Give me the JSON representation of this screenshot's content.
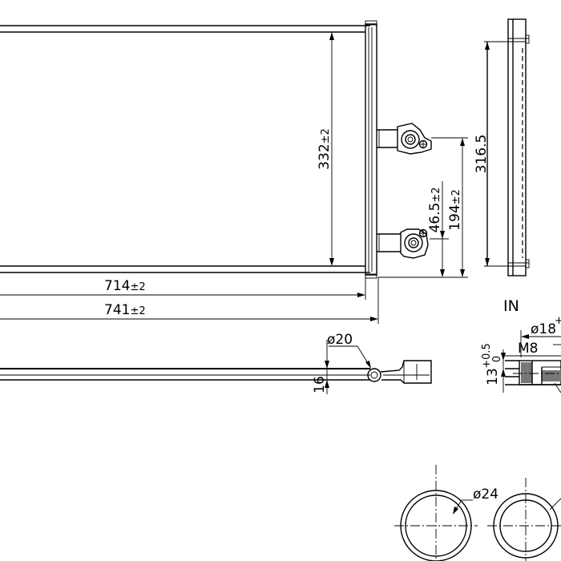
{
  "dimensions": {
    "height_main": "332",
    "height_main_tol": "±2",
    "width_core": "714",
    "width_core_tol": "±2",
    "width_total": "741",
    "width_total_tol": "±2",
    "height_side": "316.5",
    "outlet_offset": "46.5",
    "outlet_offset_tol": "±2",
    "inlet_spacing": "194",
    "inlet_spacing_tol": "±2",
    "pipe_diameter": "ø20",
    "core_thickness": "16",
    "port_diameter_in": "ø18",
    "thread": "M8",
    "depth": "13",
    "depth_tol_upper": "+0.5",
    "depth_tol_lower": "0",
    "tube_diameter": "ø24"
  },
  "labels": {
    "in": "IN"
  }
}
